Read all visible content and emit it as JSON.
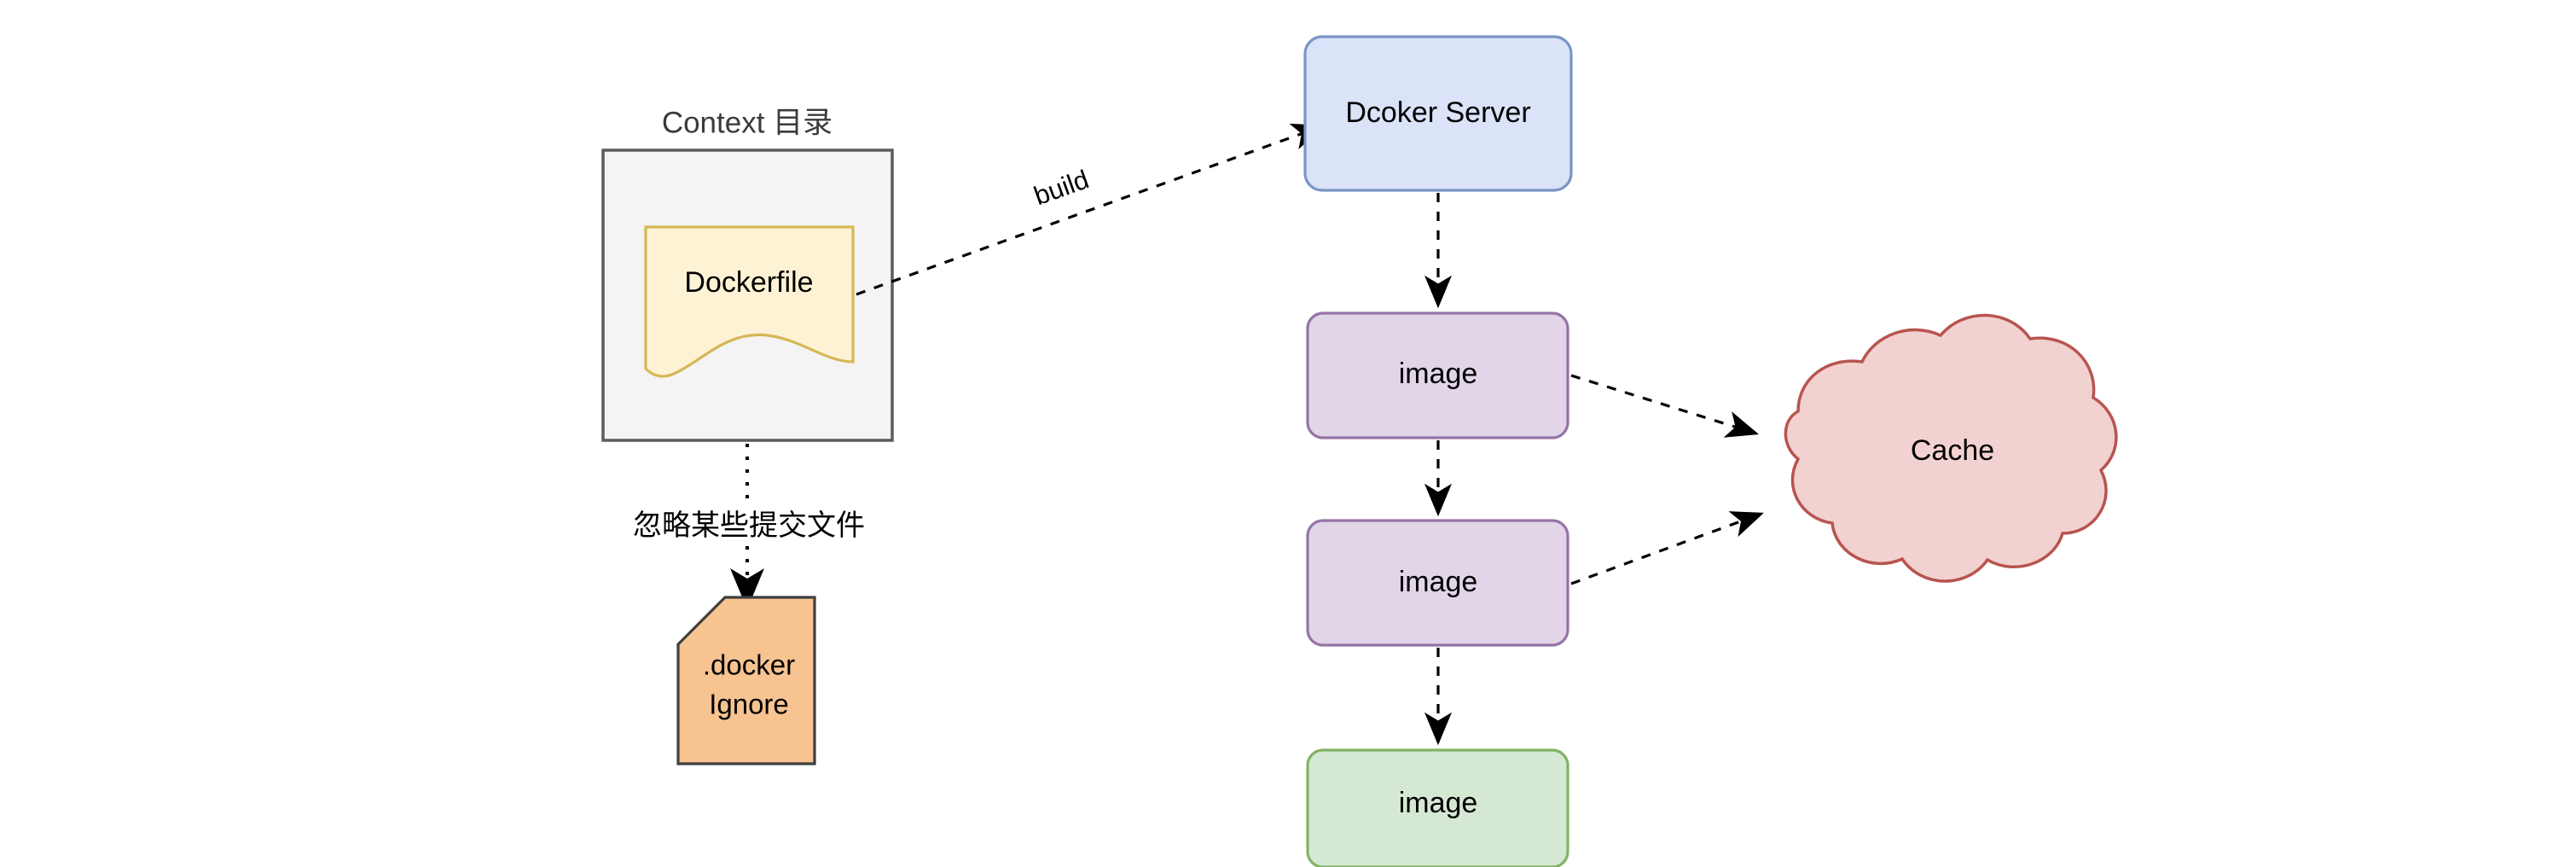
{
  "diagram": {
    "title": "Docker build flow diagram",
    "background": "#ffffff",
    "nodes": {
      "context_group": {
        "label": "Context 目录",
        "fill": "#f4f4f4",
        "stroke": "#5c5c5c"
      },
      "dockerfile": {
        "label": "Dockerfile",
        "fill": "#fdf3d4",
        "stroke": "#d6b656"
      },
      "dockerignore": {
        "label_line1": ".docker",
        "label_line2": "Ignore",
        "fill": "#f6c391",
        "stroke": "#3f3f3f"
      },
      "docker_server": {
        "label": "Dcoker Server",
        "fill": "#dae3f7",
        "stroke": "#7a94c6"
      },
      "image_1": {
        "label": "image",
        "fill": "#e1d5e7",
        "stroke": "#9673a6"
      },
      "image_2": {
        "label": "image",
        "fill": "#e1d5e7",
        "stroke": "#9673a6"
      },
      "image_3": {
        "label": "image",
        "fill": "#d5e8d4",
        "stroke": "#82b366"
      },
      "cache": {
        "label": "Cache",
        "fill": "#f2d2d0",
        "stroke": "#b85450"
      }
    },
    "edges": {
      "build": {
        "label": "build",
        "from": "dockerfile",
        "to": "docker_server",
        "style": "dashed"
      },
      "ignore": {
        "label": "忽略某些提交文件",
        "from": "context_group",
        "to": "dockerignore",
        "style": "dotted"
      },
      "server_to_image1": {
        "label": "",
        "from": "docker_server",
        "to": "image_1",
        "style": "dashed"
      },
      "image1_to_image2": {
        "label": "",
        "from": "image_1",
        "to": "image_2",
        "style": "dashed"
      },
      "image2_to_image3": {
        "label": "",
        "from": "image_2",
        "to": "image_3",
        "style": "dashed"
      },
      "image1_to_cache": {
        "label": "",
        "from": "image_1",
        "to": "cache",
        "style": "dashed"
      },
      "image2_to_cache": {
        "label": "",
        "from": "image_2",
        "to": "cache",
        "style": "dashed"
      }
    }
  }
}
